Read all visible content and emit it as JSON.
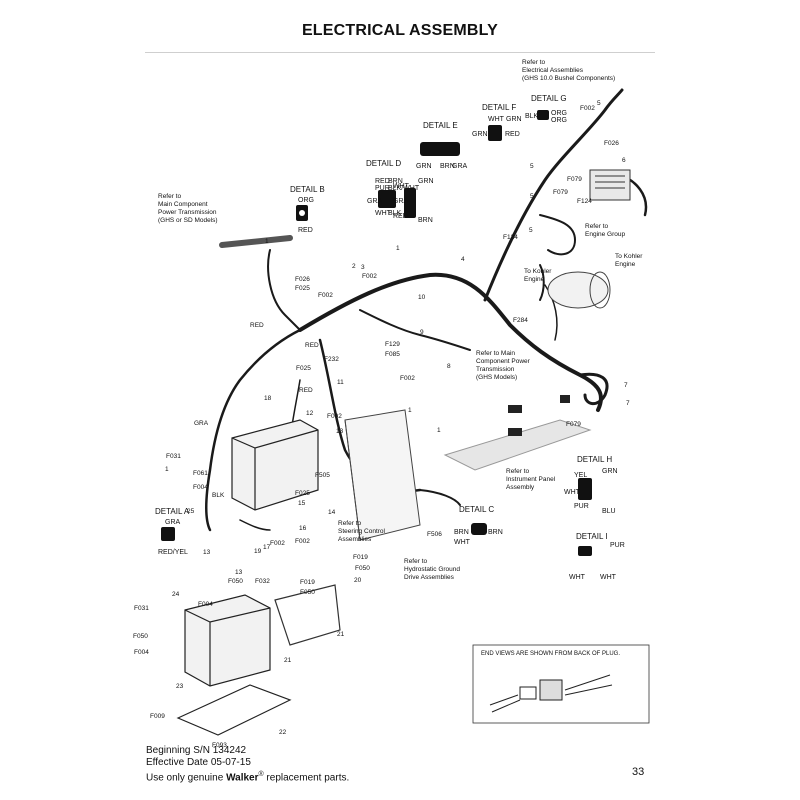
{
  "title": "ELECTRICAL ASSEMBLY",
  "refs": {
    "electrical_assemblies": [
      "Refer to",
      "Electrical Assemblies",
      "(GHS 10.0 Bushel Components)"
    ],
    "main_component_left": [
      "Refer to",
      "Main Component",
      "Power Transmission",
      "(GHS or SD Models)"
    ],
    "main_component_right": [
      "Refer to Main",
      "Component Power",
      "Transmission",
      "(GHS Models)"
    ],
    "kohler_engine_top": [
      "To Kohler",
      "Engine"
    ],
    "kohler_engine_mid": [
      "To Kohler",
      "Engine"
    ],
    "engine_group": [
      "Refer to",
      "Engine Group"
    ],
    "instrument_panel": [
      "Refer to",
      "Instrument Panel",
      "Assembly"
    ],
    "steering_control": [
      "Refer to",
      "Steering Control",
      "Assemblies"
    ],
    "hydrostatic": [
      "Refer to",
      "Hydrostatic Ground",
      "Drive Assemblies"
    ]
  },
  "details": {
    "A": {
      "title": "DETAIL A",
      "labels": [
        "GRA",
        "RED/YEL"
      ]
    },
    "B": {
      "title": "DETAIL B",
      "labels": [
        "ORG",
        "RED"
      ]
    },
    "C": {
      "title": "DETAIL C",
      "labels": [
        "BRN",
        "BRN",
        "WHT"
      ]
    },
    "D": {
      "title": "DETAIL D",
      "labels": [
        "RED",
        "BRN",
        "PUR",
        "BLK/WHT",
        "GRA",
        "WHT",
        "BLK",
        "WHT",
        "GRN",
        "GRA",
        "RED",
        "BRN"
      ]
    },
    "E": {
      "title": "DETAIL E",
      "labels": [
        "GRN",
        "BRN",
        "GRA"
      ]
    },
    "F": {
      "title": "DETAIL F",
      "labels": [
        "WHT",
        "GRN",
        "GRN",
        "RED"
      ]
    },
    "G": {
      "title": "DETAIL G",
      "labels": [
        "BLK",
        "ORG",
        "ORG"
      ]
    },
    "H": {
      "title": "DETAIL H",
      "labels": [
        "YEL",
        "GRN",
        "WHT",
        "PUR",
        "BLU"
      ]
    },
    "I": {
      "title": "DETAIL I",
      "labels": [
        "PUR",
        "WHT",
        "WHT"
      ]
    }
  },
  "callouts": [
    {
      "text": "1"
    },
    {
      "text": "1"
    },
    {
      "text": "1"
    },
    {
      "text": "1"
    },
    {
      "text": "1"
    },
    {
      "text": "2"
    },
    {
      "text": "3"
    },
    {
      "text": "4"
    },
    {
      "text": "5"
    },
    {
      "text": "5"
    },
    {
      "text": "5"
    },
    {
      "text": "5"
    },
    {
      "text": "6"
    },
    {
      "text": "7"
    },
    {
      "text": "7"
    },
    {
      "text": "8"
    },
    {
      "text": "9"
    },
    {
      "text": "10"
    },
    {
      "text": "11"
    },
    {
      "text": "12"
    },
    {
      "text": "13"
    },
    {
      "text": "13"
    },
    {
      "text": "13"
    },
    {
      "text": "14"
    },
    {
      "text": "15"
    },
    {
      "text": "16"
    },
    {
      "text": "17"
    },
    {
      "text": "18"
    },
    {
      "text": "19"
    },
    {
      "text": "20"
    },
    {
      "text": "21"
    },
    {
      "text": "21"
    },
    {
      "text": "22"
    },
    {
      "text": "23"
    },
    {
      "text": "24"
    },
    {
      "text": "25"
    },
    {
      "text": "F002"
    },
    {
      "text": "F026"
    },
    {
      "text": "F079"
    },
    {
      "text": "F079"
    },
    {
      "text": "F124"
    },
    {
      "text": "F124"
    },
    {
      "text": "F284"
    },
    {
      "text": "F026"
    },
    {
      "text": "F025"
    },
    {
      "text": "F002"
    },
    {
      "text": "F002"
    },
    {
      "text": "F129"
    },
    {
      "text": "F085"
    },
    {
      "text": "F002"
    },
    {
      "text": "F232"
    },
    {
      "text": "F025"
    },
    {
      "text": "F079"
    },
    {
      "text": "F002"
    },
    {
      "text": "F031"
    },
    {
      "text": "F061"
    },
    {
      "text": "F004"
    },
    {
      "text": "F505"
    },
    {
      "text": "F025"
    },
    {
      "text": "F002"
    },
    {
      "text": "F506"
    },
    {
      "text": "F019"
    },
    {
      "text": "F050"
    },
    {
      "text": "F050"
    },
    {
      "text": "F032"
    },
    {
      "text": "F019"
    },
    {
      "text": "F050"
    },
    {
      "text": "F004"
    },
    {
      "text": "F031"
    },
    {
      "text": "F050"
    },
    {
      "text": "F004"
    },
    {
      "text": "F009"
    },
    {
      "text": "F093"
    },
    {
      "text": "F002"
    },
    {
      "text": "RED"
    },
    {
      "text": "RED"
    },
    {
      "text": "RED"
    },
    {
      "text": "GRA"
    },
    {
      "text": "BLK"
    }
  ],
  "end_views_note": "END VIEWS ARE SHOWN FROM BACK OF PLUG.",
  "footer": {
    "line1": "Beginning S/N 134242",
    "line2": "Effective Date 05-07-15",
    "line3_pre": "Use only genuine ",
    "line3_brand": "Walker",
    "line3_reg": "®",
    "line3_post": " replacement parts."
  },
  "page_number": "33",
  "colors": {
    "ink": "#111111",
    "harness": "#1a1a1a",
    "panel_gray": "#e6e6e6",
    "rule": "#cfcfcf"
  }
}
